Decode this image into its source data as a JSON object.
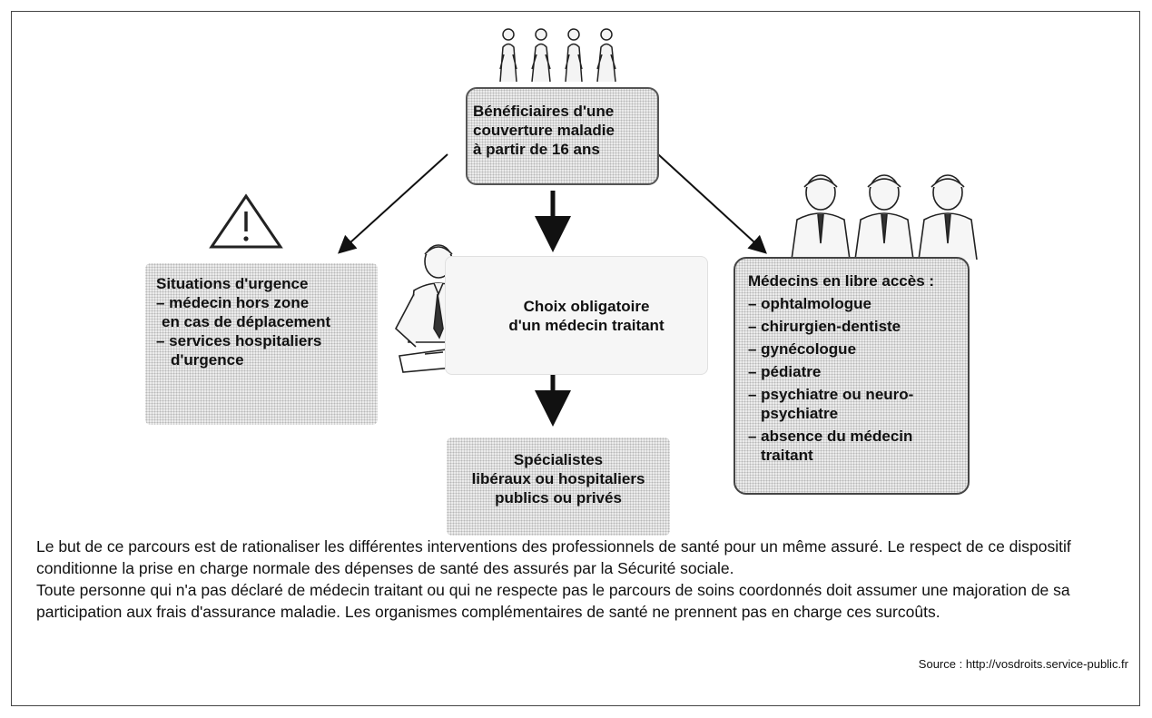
{
  "beneficiaires": {
    "lines": [
      "Bénéficiaires d'une",
      "couverture maladie",
      "à partir de 16 ans"
    ]
  },
  "urgence": {
    "title": "Situations d'urgence",
    "items": [
      "– médecin hors zone",
      "en cas de déplacement",
      "– services hospitaliers",
      "d'urgence"
    ]
  },
  "choix": {
    "lines": [
      "Choix obligatoire",
      "d'un médecin traitant"
    ]
  },
  "medecins": {
    "title": "Médecins en libre accès :",
    "items": [
      "– ophtalmologue",
      "– chirurgien-dentiste",
      "– gynécologue",
      "– pédiatre",
      "– psychiatre ou neuro-",
      "psychiatre",
      "– absence du médecin",
      "traitant"
    ]
  },
  "specialistes": {
    "lines": [
      "Spécialistes",
      "libéraux ou hospitaliers",
      "publics ou privés"
    ]
  },
  "body_text": {
    "paragraph_1": "Le but de ce parcours est de rationaliser les différentes interventions des professionnels de santé pour un même assuré. Le respect de ce dispositif conditionne la prise en charge normale des dépenses de santé des assurés par la Sécurité sociale.",
    "paragraph_2": "Toute personne qui n'a pas déclaré de médecin traitant ou qui ne respecte pas le parcours de soins coordonnés doit assumer une majoration de sa participation aux frais d'assurance maladie. Les organismes complémentaires de santé ne prennent pas en charge ces surcoûts."
  },
  "source": "Source : http://vosdroits.service-public.fr"
}
